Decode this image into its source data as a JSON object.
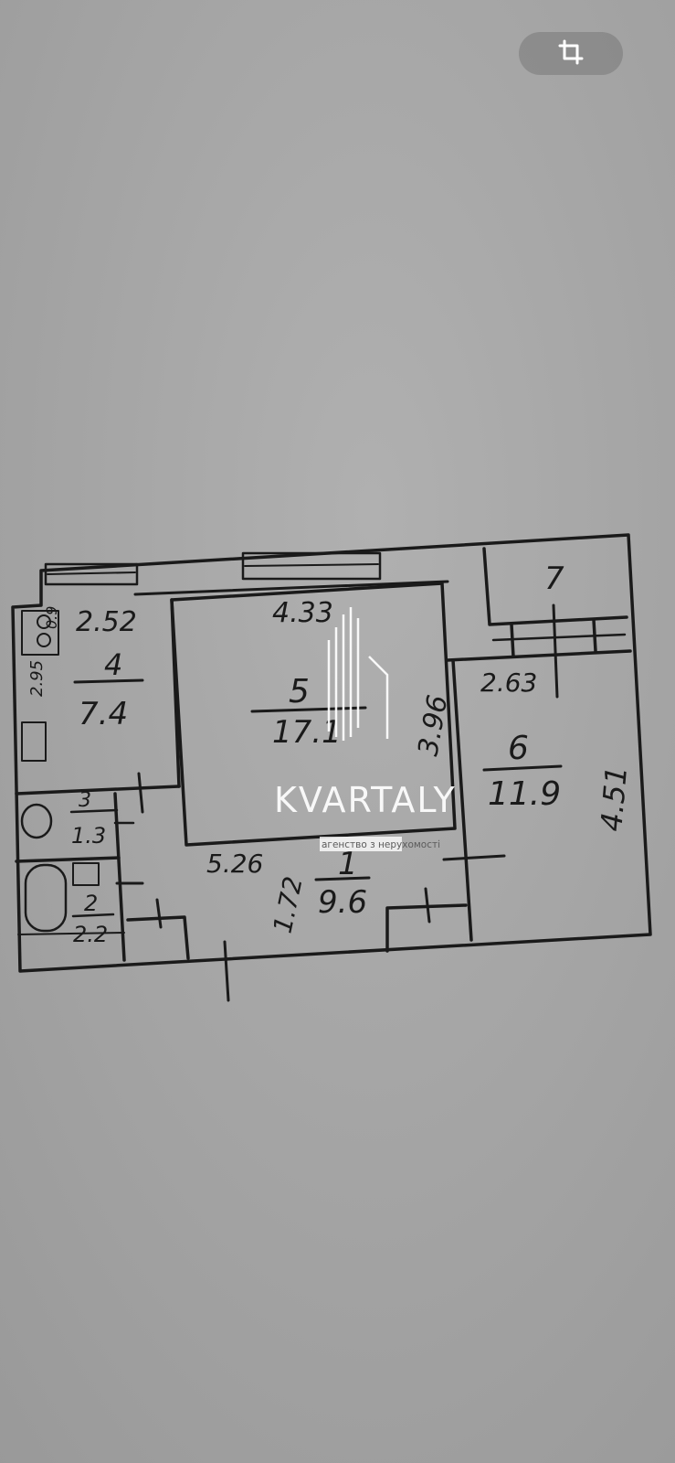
{
  "toolbar": {
    "crop_icon": "crop-icon"
  },
  "rooms": [
    {
      "number": "1",
      "area": "9.6"
    },
    {
      "number": "2",
      "area": "2.2"
    },
    {
      "number": "3",
      "area": "1.3"
    },
    {
      "number": "4",
      "area": "7.4"
    },
    {
      "number": "5",
      "area": "17.1"
    },
    {
      "number": "6",
      "area": "11.9"
    },
    {
      "number": "7"
    }
  ],
  "dimensions": {
    "room4_width": "2.52",
    "room4_depth": "2.95",
    "room4_small": "0.9",
    "room5_width": "4.33",
    "room5_depth": "3.96",
    "room6_width": "2.63",
    "room6_depth": "4.51",
    "hall_length": "5.26",
    "hall_width": "1.72"
  },
  "watermark": {
    "brand": "KVARTALY",
    "tagline": "агенство з нерухомості"
  },
  "colors": {
    "background": "#a3a3a3",
    "ink": "#1a1a1a",
    "watermark": "#ffffff"
  }
}
